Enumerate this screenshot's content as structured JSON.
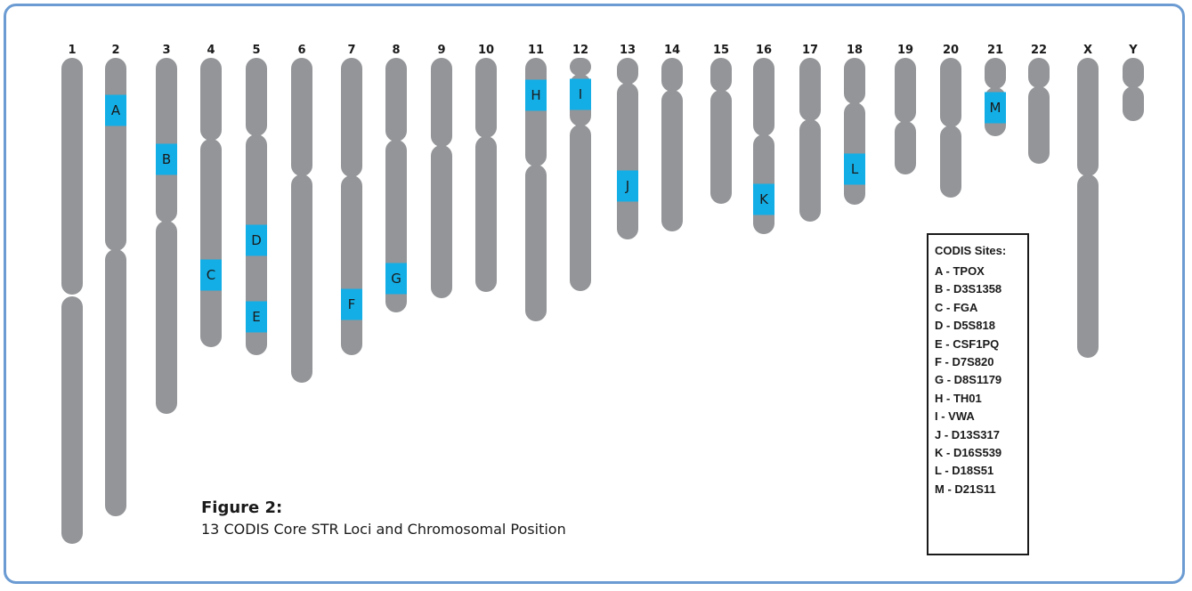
{
  "colors": {
    "frame": "#6b9bd2",
    "chromosome": "#939598",
    "marker": "#14aee6",
    "text": "#1a1a1a"
  },
  "chromosomes": [
    {
      "label": "1"
    },
    {
      "label": "2"
    },
    {
      "label": "3"
    },
    {
      "label": "4"
    },
    {
      "label": "5"
    },
    {
      "label": "6"
    },
    {
      "label": "7"
    },
    {
      "label": "8"
    },
    {
      "label": "9"
    },
    {
      "label": "10"
    },
    {
      "label": "11"
    },
    {
      "label": "12"
    },
    {
      "label": "13"
    },
    {
      "label": "14"
    },
    {
      "label": "15"
    },
    {
      "label": "16"
    },
    {
      "label": "17"
    },
    {
      "label": "18"
    },
    {
      "label": "19"
    },
    {
      "label": "20"
    },
    {
      "label": "21"
    },
    {
      "label": "22"
    },
    {
      "label": "X"
    },
    {
      "label": "Y"
    }
  ],
  "sites": [
    {
      "letter": "A",
      "chromosome": "2"
    },
    {
      "letter": "B",
      "chromosome": "3"
    },
    {
      "letter": "C",
      "chromosome": "4"
    },
    {
      "letter": "D",
      "chromosome": "5"
    },
    {
      "letter": "E",
      "chromosome": "5"
    },
    {
      "letter": "F",
      "chromosome": "7"
    },
    {
      "letter": "G",
      "chromosome": "8"
    },
    {
      "letter": "H",
      "chromosome": "11"
    },
    {
      "letter": "I",
      "chromosome": "12"
    },
    {
      "letter": "J",
      "chromosome": "13"
    },
    {
      "letter": "K",
      "chromosome": "16"
    },
    {
      "letter": "L",
      "chromosome": "18"
    },
    {
      "letter": "M",
      "chromosome": "21"
    }
  ],
  "legend": {
    "title": "CODIS Sites:",
    "items": [
      "A - TPOX",
      "B - D3S1358",
      "C - FGA",
      "D - D5S818",
      "E - CSF1PQ",
      "F - D7S820",
      "G - D8S1179",
      "H - TH01",
      "I - VWA",
      "J - D13S317",
      "K - D16S539",
      "L - D18S51",
      "M - D21S11"
    ]
  },
  "figure": {
    "title": "Figure 2:",
    "caption": "13 CODIS Core STR Loci and Chromosomal Position"
  }
}
